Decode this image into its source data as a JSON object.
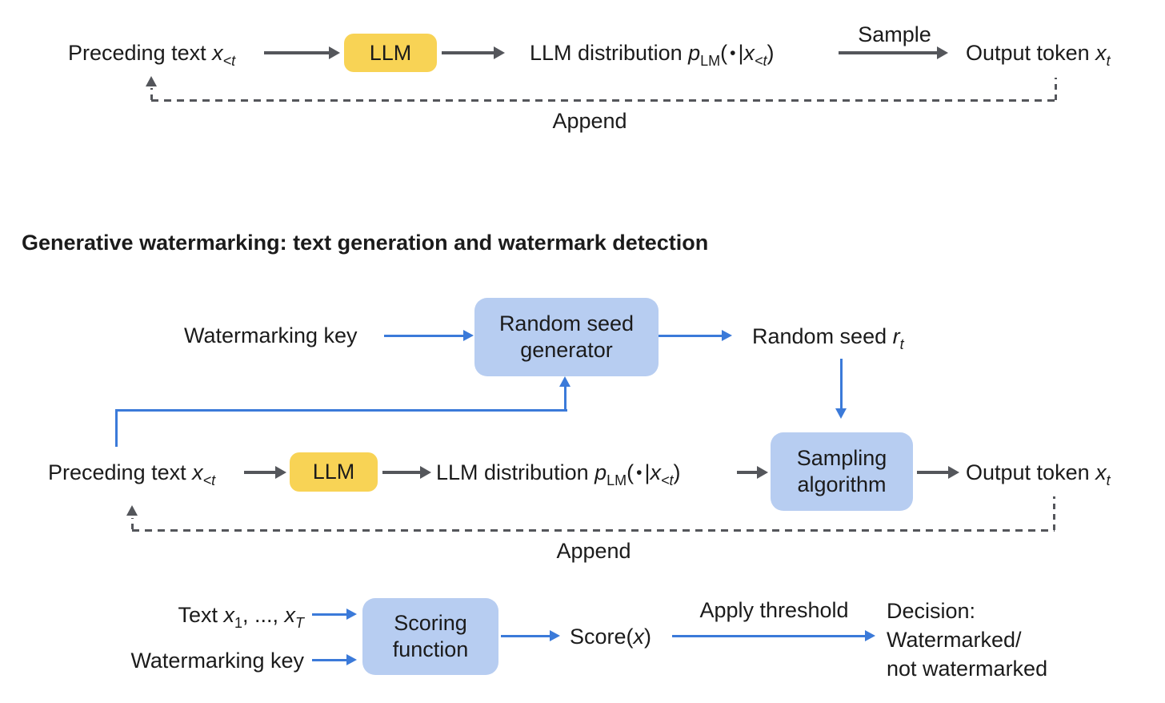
{
  "colors": {
    "yellow_box": "#F8D355",
    "blue_box": "#B7CDF1",
    "arrow_blue": "#3B7AD9",
    "arrow_gray": "#54565B",
    "text": "#1B1B1B",
    "background": "#FFFFFF"
  },
  "standard_generation": {
    "preceding_text": {
      "text": "Preceding text ",
      "var": "x",
      "sub": "<t"
    },
    "llm_box_label": "LLM",
    "llm_distribution": {
      "text": "LLM distribution ",
      "p": "p",
      "p_sub": "LM",
      "open": "(",
      "bullet": "•",
      "pipe": "|",
      "var": "x",
      "var_sub": "<t",
      "close": ")"
    },
    "sample_label": "Sample",
    "output_token": {
      "text": "Output token ",
      "var": "x",
      "sub": "t"
    },
    "append_label": "Append"
  },
  "section_title": "Generative watermarking: text generation and watermark detection",
  "watermarked_generation": {
    "watermarking_key_label": "Watermarking key",
    "random_seed_generator_box": {
      "line1": "Random seed",
      "line2": "generator"
    },
    "random_seed": {
      "text": "Random seed ",
      "var": "r",
      "sub": "t"
    },
    "sampling_algorithm_box": {
      "line1": "Sampling",
      "line2": "algorithm"
    },
    "preceding_text": {
      "text": "Preceding text ",
      "var": "x",
      "sub": "<t"
    },
    "llm_box_label": "LLM",
    "llm_distribution": {
      "text": "LLM distribution ",
      "p": "p",
      "p_sub": "LM",
      "open": "(",
      "bullet": "•",
      "pipe": "|",
      "var": "x",
      "var_sub": "<t",
      "close": ")"
    },
    "output_token": {
      "text": "Output token ",
      "var": "x",
      "sub": "t"
    },
    "append_label": "Append"
  },
  "watermark_detection": {
    "text_input": {
      "text": "Text ",
      "var1": "x",
      "sub1": "1",
      "separator": ", ..., ",
      "var2": "x",
      "sub2": "T"
    },
    "watermarking_key_label": "Watermarking key",
    "scoring_function_box": {
      "line1": "Scoring",
      "line2": "function"
    },
    "score": {
      "text": "Score(",
      "var": "x",
      "close": ")"
    },
    "apply_threshold_label": "Apply threshold",
    "decision": {
      "line1": "Decision:",
      "line2": "Watermarked/",
      "line3": "not watermarked"
    }
  }
}
